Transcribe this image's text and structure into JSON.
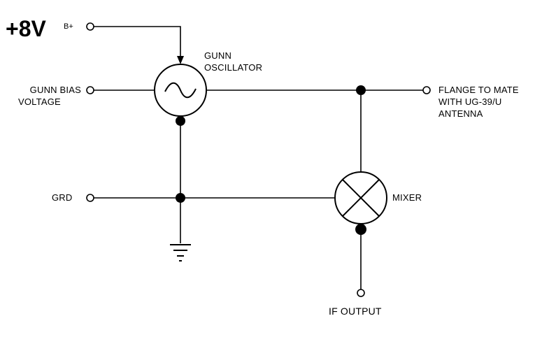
{
  "supply": {
    "voltage": "+8V",
    "terminal": "B+"
  },
  "oscillator": {
    "line1": "GUNN",
    "line2": "OSCILLATOR"
  },
  "gunn_bias": {
    "line1": "GUNN BIAS",
    "line2": "VOLTAGE"
  },
  "flange": {
    "line1": "FLANGE TO MATE",
    "line2": "WITH UG-39/U",
    "line3": "ANTENNA"
  },
  "ground": {
    "label": "GRD"
  },
  "mixer": {
    "label": "MIXER"
  },
  "if_output": {
    "label": "IF OUTPUT"
  }
}
